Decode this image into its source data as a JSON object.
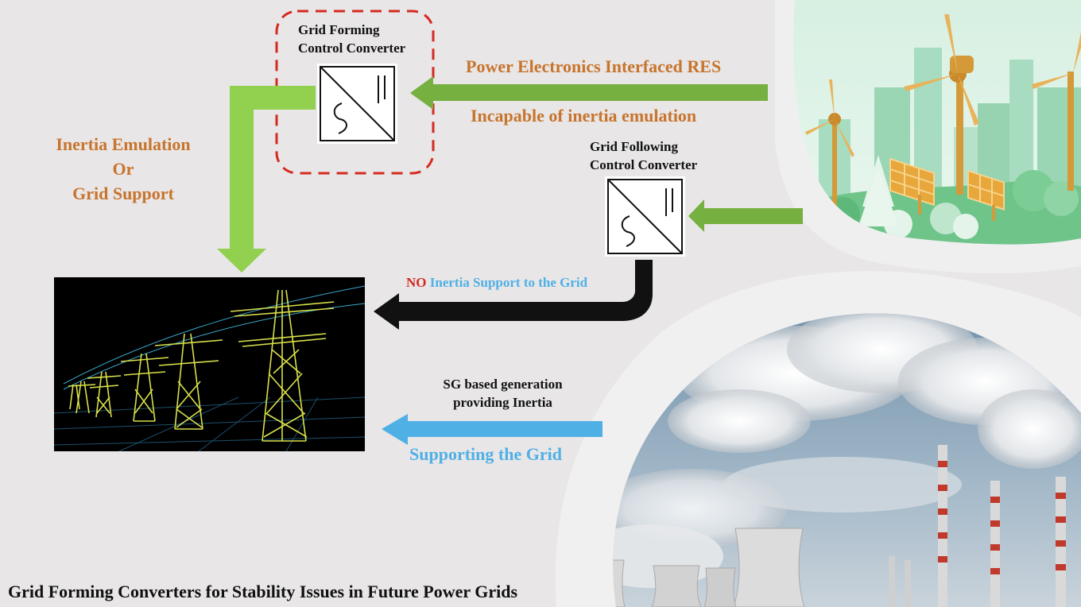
{
  "diagram": {
    "title": "Grid Forming Converters for Stability Issues in Future Power Grids",
    "grid_forming": {
      "line1": "Grid Forming",
      "line2": "Control Converter"
    },
    "grid_following": {
      "line1": "Grid Following",
      "line2": "Control Converter"
    },
    "res_label": "Power Electronics Interfaced RES",
    "incapable_label": "Incapable of inertia emulation",
    "inertia_emulation": {
      "line1": "Inertia Emulation",
      "line2": "Or",
      "line3": "Grid Support"
    },
    "no_inertia": {
      "no": "NO",
      "rest": "Inertia Support to the Grid"
    },
    "sg_label": {
      "line1": "SG based generation",
      "line2": "providing Inertia"
    },
    "supporting_label": "Supporting the Grid",
    "colors": {
      "orange_text": "#c8742c",
      "blue_text": "#4fb0e6",
      "red_text": "#d42a20",
      "green_arrow": "#76b041",
      "light_green_arrow": "#92d050",
      "blue_arrow": "#4fb0e6",
      "black_arrow": "#111111",
      "dashed_box": "#d42a20"
    },
    "icons": [
      "converter-symbol-icon",
      "wind-solar-illustration",
      "power-plant-illustration",
      "transmission-towers-illustration"
    ]
  }
}
